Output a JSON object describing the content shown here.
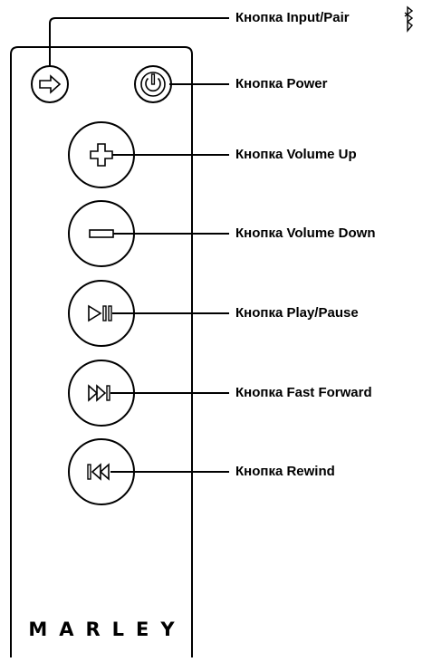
{
  "remote": {
    "brand": "MARLEY"
  },
  "callouts": [
    {
      "id": "input-pair",
      "label": "Кнопка Input/Pair",
      "icon": "bluetooth-icon"
    },
    {
      "id": "power",
      "label": "Кнопка Power",
      "icon": "power-icon"
    },
    {
      "id": "volume-up",
      "label": "Кнопка Volume Up",
      "icon": "plus-icon"
    },
    {
      "id": "volume-down",
      "label": "Кнопка Volume Down",
      "icon": "minus-icon"
    },
    {
      "id": "play-pause",
      "label": "Кнопка Play/Pause",
      "icon": "play-pause-icon"
    },
    {
      "id": "fast-forward",
      "label": "Кнопка Fast Forward",
      "icon": "fast-forward-icon"
    },
    {
      "id": "rewind",
      "label": "Кнопка Rewind",
      "icon": "rewind-icon"
    }
  ],
  "colors": {
    "stroke": "#000000",
    "background": "#ffffff"
  }
}
